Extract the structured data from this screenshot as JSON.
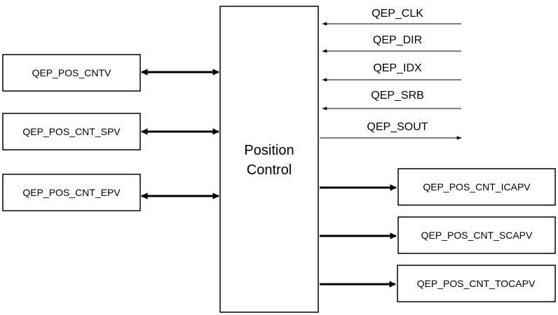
{
  "center_block": {
    "line1": "Position",
    "line2": "Control"
  },
  "left_registers": [
    {
      "label": "QEP_POS_CNTV",
      "direction": "bidirectional"
    },
    {
      "label": "QEP_POS_CNT_SPV",
      "direction": "bidirectional"
    },
    {
      "label": "QEP_POS_CNT_EPV",
      "direction": "bidirectional"
    }
  ],
  "input_signals": [
    {
      "label": "QEP_CLK",
      "direction": "input"
    },
    {
      "label": "QEP_DIR",
      "direction": "input"
    },
    {
      "label": "QEP_IDX",
      "direction": "input"
    },
    {
      "label": "QEP_SRB",
      "direction": "input"
    }
  ],
  "output_signal": {
    "label": "QEP_SOUT",
    "direction": "output"
  },
  "right_registers": [
    {
      "label": "QEP_POS_CNT_ICAPV",
      "direction": "output"
    },
    {
      "label": "QEP_POS_CNT_SCAPV",
      "direction": "output"
    },
    {
      "label": "QEP_POS_CNT_TOCAPV",
      "direction": "output"
    }
  ],
  "colors": {
    "stroke": "#000000",
    "background": "#ffffff",
    "text": "#000000"
  }
}
